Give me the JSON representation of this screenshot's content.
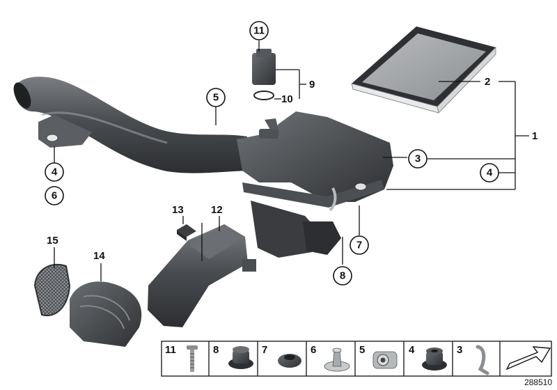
{
  "diagram": {
    "figure_number": "288510",
    "callouts": {
      "c1": "1",
      "c2": "2",
      "c3": "3",
      "c4a": "4",
      "c4b": "4",
      "c5": "5",
      "c6": "6",
      "c7": "7",
      "c8": "8",
      "c9": "9",
      "c10": "10",
      "c11": "11",
      "c12": "12",
      "c13": "13",
      "c14": "14",
      "c15": "15"
    },
    "small_parts_strip": [
      {
        "label": "11",
        "part": "screw"
      },
      {
        "label": "8",
        "part": "rubber-grommet"
      },
      {
        "label": "7",
        "part": "rubber-mount"
      },
      {
        "label": "6",
        "part": "bolt-with-washer"
      },
      {
        "label": "5",
        "part": "sensor-plug"
      },
      {
        "label": "4",
        "part": "rubber-bushing"
      },
      {
        "label": "3",
        "part": "clip"
      }
    ]
  },
  "colors": {
    "part_dark": "#3d3f42",
    "part_mid": "#6b6e72",
    "part_light": "#c8cacc",
    "line": "#111111"
  }
}
